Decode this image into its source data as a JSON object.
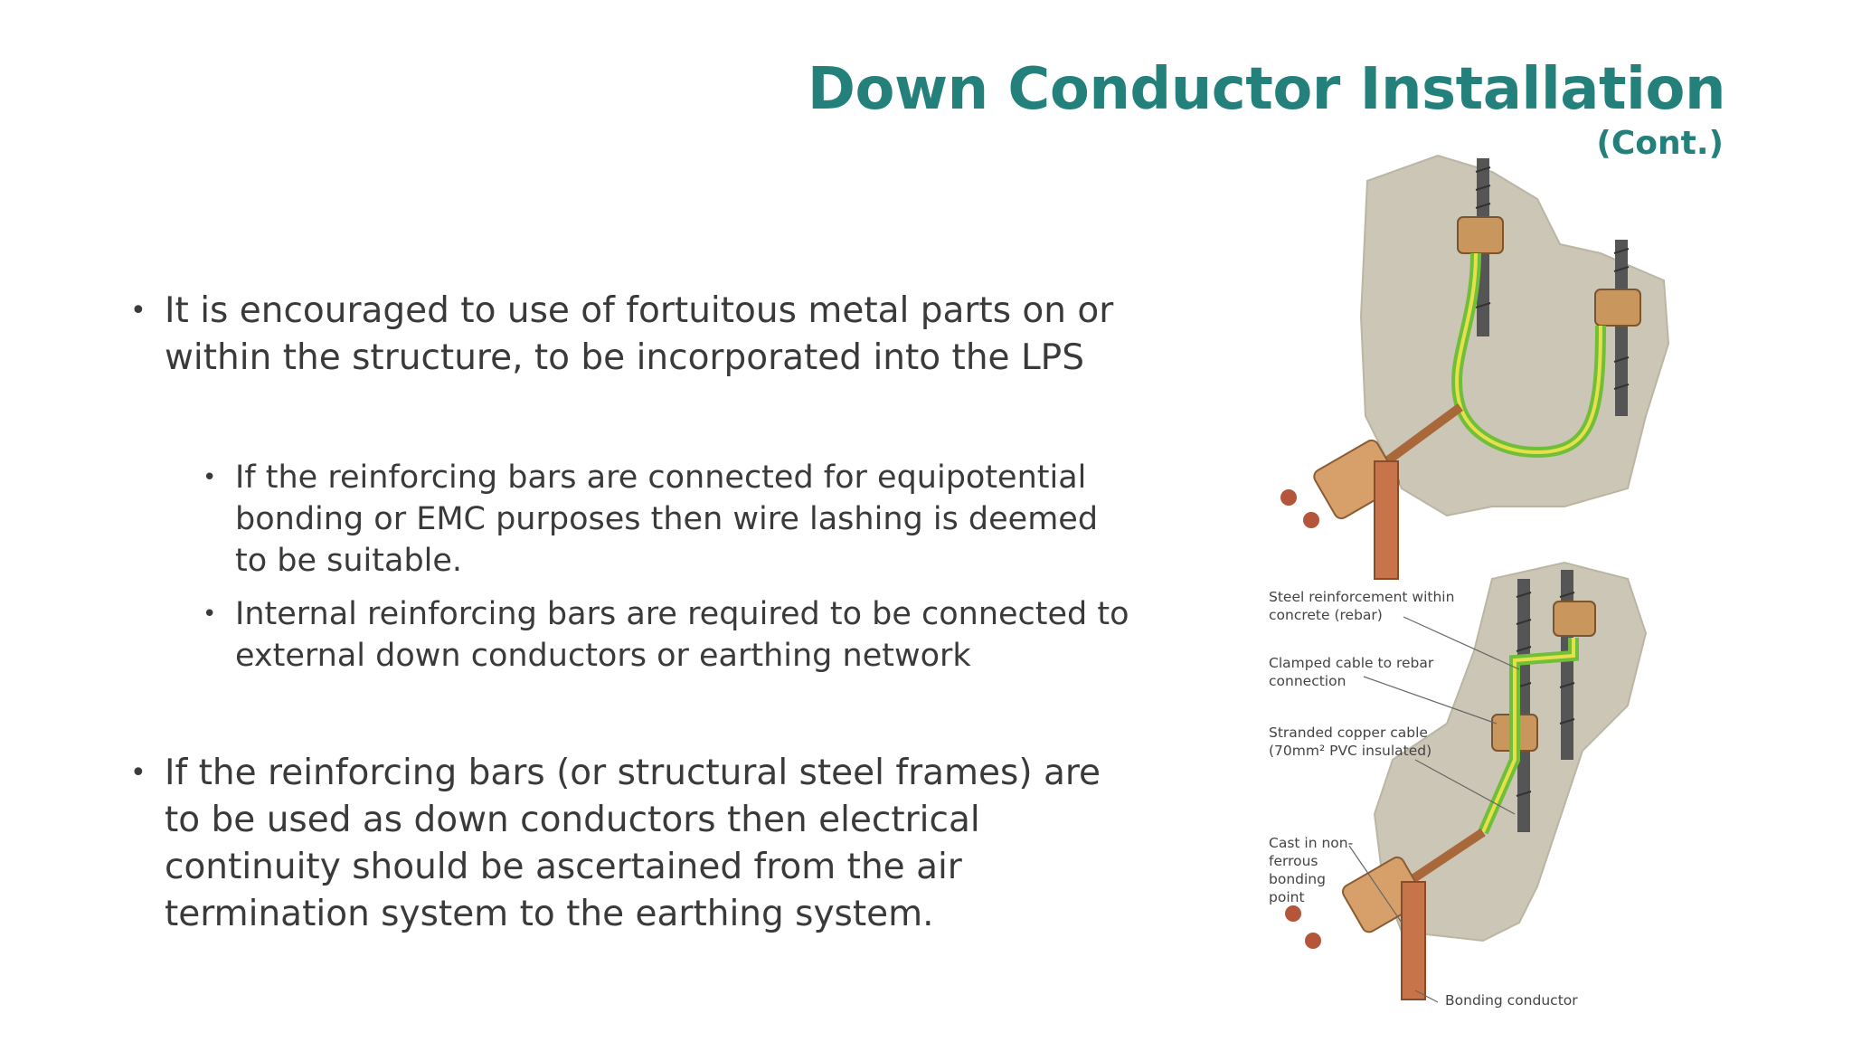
{
  "header": {
    "title": "Down Conductor Installation",
    "subtitle": "(Cont.)"
  },
  "bullets": {
    "b1": "It is encouraged to use of fortuitous metal parts on or within the structure, to be incorporated into the LPS",
    "s1": "If the reinforcing bars are connected for equipotential bonding or EMC purposes then wire lashing is deemed to be suitable.",
    "s2": "Internal reinforcing bars are required to be connected to external down conductors or earthing network",
    "b2": "If the reinforcing bars (or structural steel frames) are to be used as down conductors then electrical continuity should be ascertained from the air termination system to the earthing system."
  },
  "diagram": {
    "labels": {
      "rebar": "Steel reinforcement within concrete (rebar)",
      "clamped": "Clamped cable to rebar connection",
      "stranded_line1": "Stranded copper cable",
      "stranded_line2": "(70mm² PVC insulated)",
      "cast": "Cast in non-ferrous bonding point",
      "bonding": "Bonding conductor"
    }
  }
}
